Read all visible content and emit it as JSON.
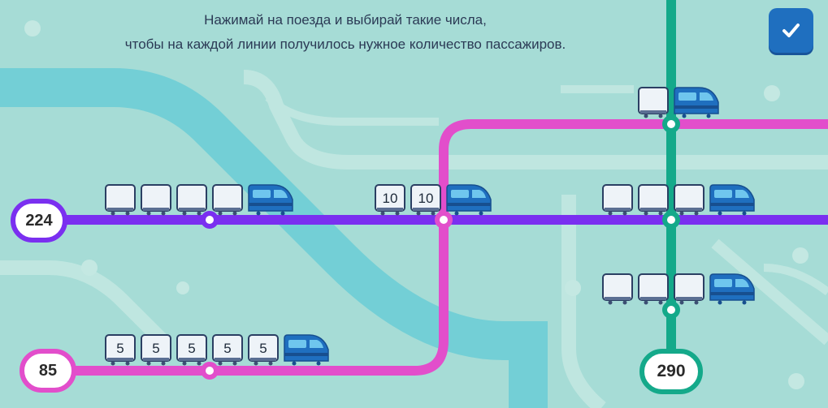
{
  "instruction": {
    "line1": "Нажимай на поезда и выбирай такие числа,",
    "line2": "чтобы на каждой линии получилось нужное количество пассажиров."
  },
  "check_button": {
    "icon": "check-icon"
  },
  "targets": {
    "purple": "224",
    "pink": "85",
    "green": "290"
  },
  "trains": {
    "purple_left": [
      "",
      "",
      "",
      ""
    ],
    "purple_middle": [
      "10",
      "10"
    ],
    "purple_right": [
      "",
      "",
      ""
    ],
    "green_top": [
      ""
    ],
    "green_bottom": [
      "",
      "",
      ""
    ],
    "pink_bottom": [
      "5",
      "5",
      "5",
      "5",
      "5"
    ]
  },
  "colors": {
    "background": "#a6dcd6",
    "purple_line": "#7a2ff0",
    "pink_line": "#e24ecb",
    "green_line": "#14a98a",
    "locomotive": "#1f6fbf",
    "check_button": "#1f6fbf"
  }
}
